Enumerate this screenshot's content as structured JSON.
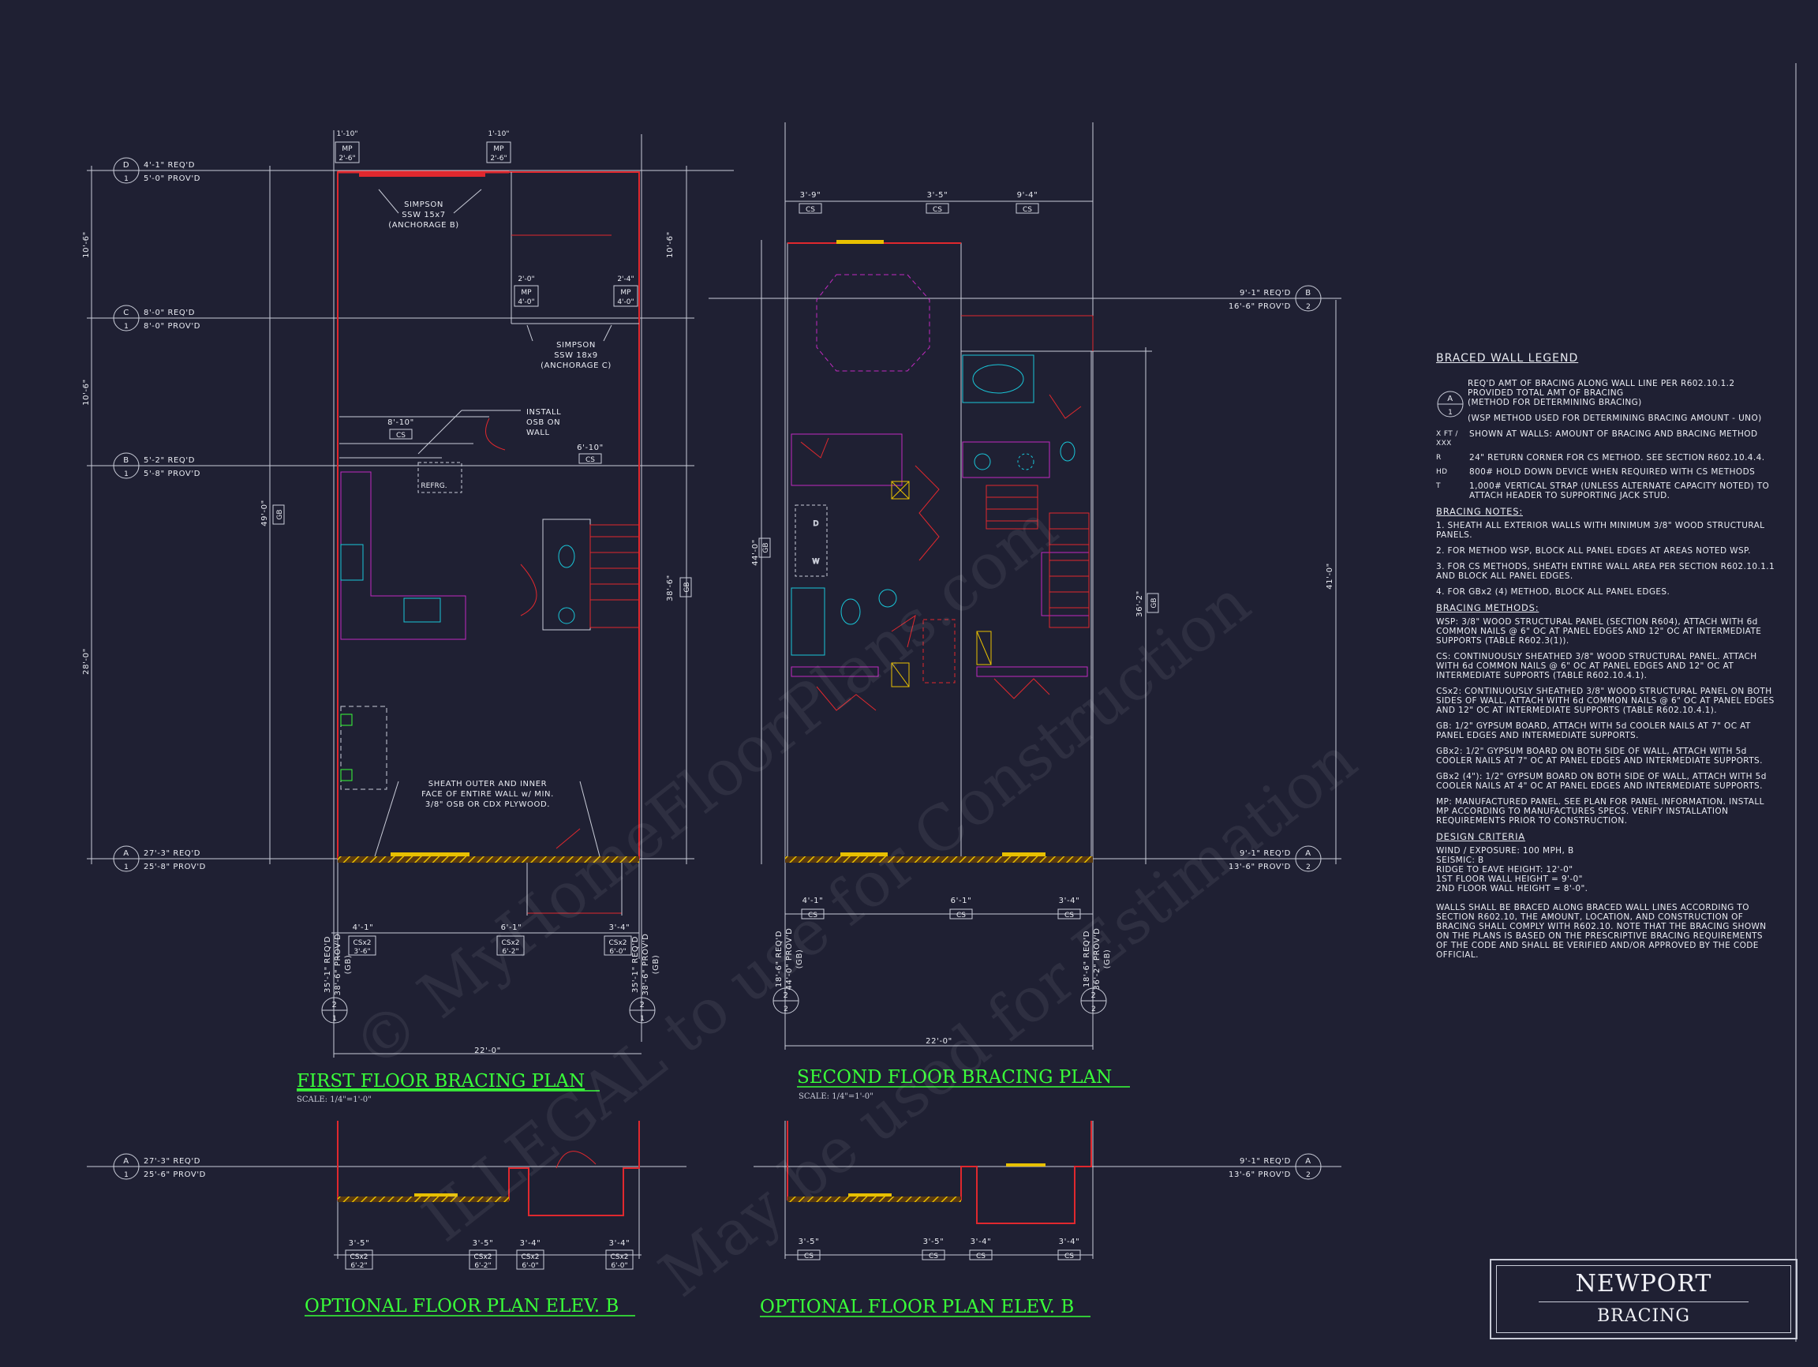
{
  "first_floor": {
    "title": "FIRST FLOOR BRACING PLAN",
    "scale": "SCALE: 1/4\"=1'-0\"",
    "grid_lines": [
      {
        "mark": "D",
        "num": "1",
        "req": "4'-1\" REQ'D",
        "prov": "5'-0\" PROV'D"
      },
      {
        "mark": "C",
        "num": "1",
        "req": "8'-0\" REQ'D",
        "prov": "8'-0\" PROV'D"
      },
      {
        "mark": "B",
        "num": "1",
        "req": "5'-2\" REQ'D",
        "prov": "5'-8\" PROV'D"
      },
      {
        "mark": "A",
        "num": "1",
        "req": "27'-3\" REQ'D",
        "prov": "25'-8\" PROV'D"
      }
    ],
    "left_dims": [
      "10'-6\"",
      "10'-6\"",
      "28'-0\""
    ],
    "inner_dim": "49'-0\"",
    "right_dims": [
      "10'-6\"",
      "38'-6\""
    ],
    "gb": "GB",
    "cs": "CS",
    "mp": "MP",
    "top_dims": [
      "1'-10\"",
      "1'-10\""
    ],
    "mp_dims": [
      "2'-6\"",
      "2'-6\"",
      "4'-0\"",
      "4'-0\""
    ],
    "small_dims": [
      "2'-0\"",
      "2'-4\""
    ],
    "notes": {
      "simpson_b": [
        "SIMPSON",
        "SSW 15x7",
        "(ANCHORAGE B)"
      ],
      "simpson_c": [
        "SIMPSON",
        "SSW 18x9",
        "(ANCHORAGE C)"
      ],
      "install": [
        "INSTALL",
        "OSB ON",
        "WALL"
      ],
      "sheath": [
        "SHEATH OUTER AND INNER",
        "FACE OF ENTIRE WALL w/ MIN.",
        "3/8\" OSB OR CDX PLYWOOD."
      ]
    },
    "dim_8_10": "8'-10\"",
    "dim_6_10": "6'-10\"",
    "refrg": "REFRG.",
    "bottom_dims": [
      "4'-1\"",
      "6'-1\"",
      "3'-4\""
    ],
    "bottom_tags": [
      "CSx2",
      "CSx2",
      "CSx2"
    ],
    "bottom_tag_dims": [
      "3'-6\"",
      "6'-2\"",
      "6'-0\""
    ],
    "side_left": [
      "35'-1\" REQ'D",
      "38'-6\" PROV'D",
      "(GB)"
    ],
    "side_right": [
      "35'-1\" REQ'D",
      "38'-6\" PROV'D",
      "(GB)"
    ],
    "bubble_left": {
      "top": "2",
      "bottom": "1"
    },
    "bubble_right": {
      "top": "2",
      "bottom": "1"
    },
    "overall": "22'-0\""
  },
  "second_floor": {
    "title": "SECOND FLOOR BRACING PLAN",
    "scale": "SCALE: 1/4\"=1'-0\"",
    "top_dims": [
      "3'-9\"",
      "3'-5\"",
      "9'-4\""
    ],
    "grid_lines": [
      {
        "mark": "B",
        "num": "2",
        "req": "9'-1\" REQ'D",
        "prov": "16'-6\" PROV'D"
      },
      {
        "mark": "A",
        "num": "2",
        "req": "9'-1\" REQ'D",
        "prov": "13'-6\" PROV'D"
      }
    ],
    "left_dim": "44'-0\"",
    "right_dims": [
      "36'-2\"",
      "41'-0\""
    ],
    "laundry": [
      "D",
      "W"
    ],
    "bottom_dims": [
      "4'-1\"",
      "6'-1\"",
      "3'-4\""
    ],
    "side_left": [
      "18'-6\" REQ'D",
      "44'-0\" PROV'D",
      "(GB)"
    ],
    "side_right": [
      "18'-6\" REQ'D",
      "36'-2\" PROV'D",
      "(GB)"
    ],
    "bubble_left": {
      "top": "2",
      "bottom": "2"
    },
    "bubble_right": {
      "top": "2",
      "bottom": "2"
    },
    "overall": "22'-0\""
  },
  "optional_left": {
    "title": "OPTIONAL FLOOR PLAN ELEV. B",
    "grid": {
      "mark": "A",
      "num": "1",
      "req": "27'-3\" REQ'D",
      "prov": "25'-6\" PROV'D"
    },
    "dims": [
      "3'-5\"",
      "3'-5\"",
      "3'-4\"",
      "3'-4\""
    ],
    "tags": [
      "CSx2",
      "CSx2",
      "CSx2",
      "CSx2"
    ],
    "tag_dims": [
      "6'-2\"",
      "6'-2\"",
      "6'-0\"",
      "6'-0\""
    ]
  },
  "optional_right": {
    "title": "OPTIONAL FLOOR PLAN ELEV. B",
    "grid": {
      "mark": "A",
      "num": "2",
      "req": "9'-1\" REQ'D",
      "prov": "13'-6\" PROV'D"
    },
    "dims": [
      "3'-5\"",
      "3'-5\"",
      "3'-4\"",
      "3'-4\""
    ],
    "tags": [
      "CS",
      "CS",
      "CS",
      "CS"
    ]
  },
  "legend": {
    "title": "BRACED WALL LEGEND",
    "bubble": {
      "mark": "A",
      "num": "1"
    },
    "bubble_text": [
      "REQ'D AMT OF BRACING ALONG WALL LINE PER R602.10.1.2",
      "PROVIDED TOTAL AMT OF BRACING",
      "(METHOD FOR DETERMINING BRACING)"
    ],
    "wsp_note": "(WSP METHOD USED FOR DETERMINING BRACING AMOUNT - UNO)",
    "items": [
      {
        "sym": "X FT / XXX",
        "text": "SHOWN AT WALLS: AMOUNT OF BRACING AND BRACING METHOD"
      },
      {
        "sym": "R",
        "text": "24\" RETURN CORNER FOR CS METHOD.  SEE SECTION R602.10.4.4."
      },
      {
        "sym": "HD",
        "text": "800# HOLD DOWN DEVICE WHEN REQUIRED WITH CS METHODS"
      },
      {
        "sym": "T",
        "text": "1,000# VERTICAL STRAP (UNLESS ALTERNATE CAPACITY NOTED) TO ATTACH HEADER TO SUPPORTING JACK STUD."
      }
    ],
    "notes_title": "BRACING NOTES:",
    "notes": [
      "1. SHEATH ALL EXTERIOR WALLS WITH MINIMUM 3/8\" WOOD STRUCTURAL PANELS.",
      "2. FOR METHOD WSP, BLOCK ALL PANEL EDGES AT AREAS NOTED WSP.",
      "3. FOR CS METHODS, SHEATH ENTIRE WALL AREA PER SECTION R602.10.1.1 AND BLOCK ALL PANEL EDGES.",
      "4. FOR GBx2 (4) METHOD, BLOCK ALL PANEL EDGES."
    ],
    "methods_title": "BRACING METHODS:",
    "methods": [
      "WSP: 3/8\" WOOD STRUCTURAL PANEL (SECTION R604), ATTACH WITH 6d COMMON NAILS @ 6\" OC AT PANEL EDGES AND 12\" OC AT INTERMEDIATE SUPPORTS (TABLE R602.3(1)).",
      "CS: CONTINUOUSLY SHEATHED 3/8\" WOOD STRUCTURAL PANEL. ATTACH WITH 6d COMMON NAILS @ 6\" OC AT PANEL EDGES AND 12\" OC AT INTERMEDIATE SUPPORTS (TABLE R602.10.4.1).",
      "CSx2: CONTINUOUSLY SHEATHED 3/8\" WOOD STRUCTURAL PANEL ON BOTH SIDES OF WALL, ATTACH WITH 6d COMMON NAILS @ 6\" OC AT PANEL EDGES AND 12\" OC AT INTERMEDIATE SUPPORTS (TABLE R602.10.4.1).",
      "GB: 1/2\" GYPSUM BOARD, ATTACH WITH 5d COOLER NAILS AT 7\" OC AT PANEL EDGES AND INTERMEDIATE SUPPORTS.",
      "GBx2: 1/2\" GYPSUM BOARD ON BOTH SIDE OF WALL, ATTACH WITH 5d COOLER NAILS AT 7\" OC AT PANEL EDGES AND INTERMEDIATE SUPPORTS.",
      "GBx2 (4\"): 1/2\" GYPSUM BOARD ON BOTH SIDE OF WALL, ATTACH WITH 5d COOLER NAILS AT 4\" OC AT PANEL EDGES AND INTERMEDIATE SUPPORTS.",
      "MP: MANUFACTURED PANEL. SEE PLAN FOR PANEL INFORMATION. INSTALL MP ACCORDING TO MANUFACTURES SPECS. VERIFY INSTALLATION REQUIREMENTS PRIOR TO CONSTRUCTION."
    ],
    "criteria_title": "DESIGN CRITERIA",
    "criteria": [
      "WIND / EXPOSURE:  100 MPH, B",
      "SEISMIC:  B",
      "RIDGE TO EAVE HEIGHT: 12'-0\"",
      "1ST FLOOR WALL HEIGHT = 9'-0\"",
      "2ND FLOOR WALL HEIGHT = 8'-0\"."
    ],
    "final_note": "WALLS SHALL BE BRACED ALONG BRACED WALL LINES ACCORDING TO SECTION R602.10, THE AMOUNT, LOCATION, AND CONSTRUCTION OF BRACING SHALL COMPLY WITH R602.10. NOTE THAT THE BRACING SHOWN ON THE PLANS IS BASED ON THE PRESCRIPTIVE BRACING REQUIREMENTS OF THE CODE AND SHALL BE VERIFIED AND/OR APPROVED BY THE CODE OFFICIAL."
  },
  "title_block": {
    "name": "NEWPORT",
    "subtitle": "BRACING"
  },
  "watermark": [
    "© MyHomeFloorPlans.com",
    "ILLEGAL to use for Construction",
    "May be used for Estimation"
  ],
  "colors": {
    "background": "#1f2033",
    "lines": "#c9ccd8",
    "walls": "#e0282e",
    "title": "#39ff39",
    "fixtures": "#19c6d8",
    "cabinets": "#c02ac0",
    "bracing_hatch": "#e8c000"
  }
}
